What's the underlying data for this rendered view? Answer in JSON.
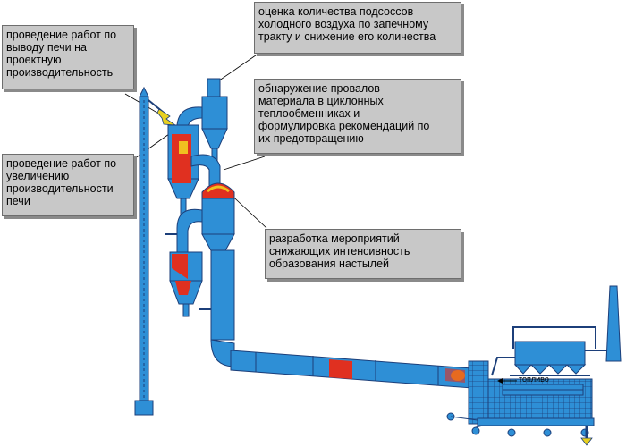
{
  "callouts": {
    "kiln_output": "проведение работ по\nвыводу печи на\nпроектную\nпроизводительность",
    "cold_air": "оценка количества подсоссов\nхолодного воздуха по запечному\nтракту и снижение его количества",
    "cyclone_failures": "обнаружение провалов\nматериала в циклонных\nтеплообменниках и\nформулировка рекомендаций по\nих предотвращению",
    "productivity": "проведение работ по\nувеличению\nпроизводительности\nпечи",
    "buildup": "разработка мероприятий\nснижающих интенсивность\nобразования настылей"
  },
  "labels": {
    "fuel": "топливо"
  },
  "colors": {
    "equipment": "#2e8fd6",
    "outline": "#1c3f7a",
    "hot_zone": "#e03020",
    "flame": "#f0c020",
    "callout_fill": "#c8c8c8",
    "leader": "#000000",
    "arrow_feed": "#e8d020"
  }
}
